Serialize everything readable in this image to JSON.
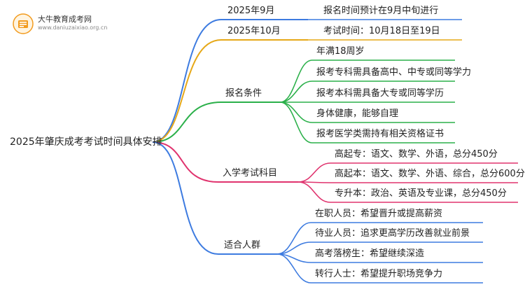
{
  "logo": {
    "name": "大牛教育成考网",
    "url": "www.daniuzaixiao.org.cn"
  },
  "mindmap": {
    "root": "2025年肇庆成考考试时间具体安排",
    "branches": [
      {
        "label": "2025年9月",
        "color": "#3d7be0",
        "children": [
          "报名时间预计在9月中旬进行"
        ]
      },
      {
        "label": "2025年10月",
        "color": "#e6a817",
        "children": [
          "考试时间：10月18日至19日"
        ]
      },
      {
        "label": "报名条件",
        "color": "#2bb04a",
        "children": [
          "年满18周岁",
          "报考专科需具备高中、中专或同等学力",
          "报考本科需具备大专或同等学历",
          "身体健康，能够自理",
          "报考医学类需持有相关资格证书"
        ]
      },
      {
        "label": "入学考试科目",
        "color": "#e0336e",
        "children": [
          "高起专：语文、数学、外语，总分450分",
          "高起本：语文、数学、外语、综合，总分600分",
          "专升本：政治、英语及专业课，总分450分"
        ]
      },
      {
        "label": "适合人群",
        "color": "#3d7be0",
        "children": [
          "在职人员：希望晋升或提高薪资",
          "待业人员：追求更高学历改善就业前景",
          "高考落榜生：希望继续深造",
          "转行人士：希望提升职场竞争力"
        ]
      }
    ]
  }
}
